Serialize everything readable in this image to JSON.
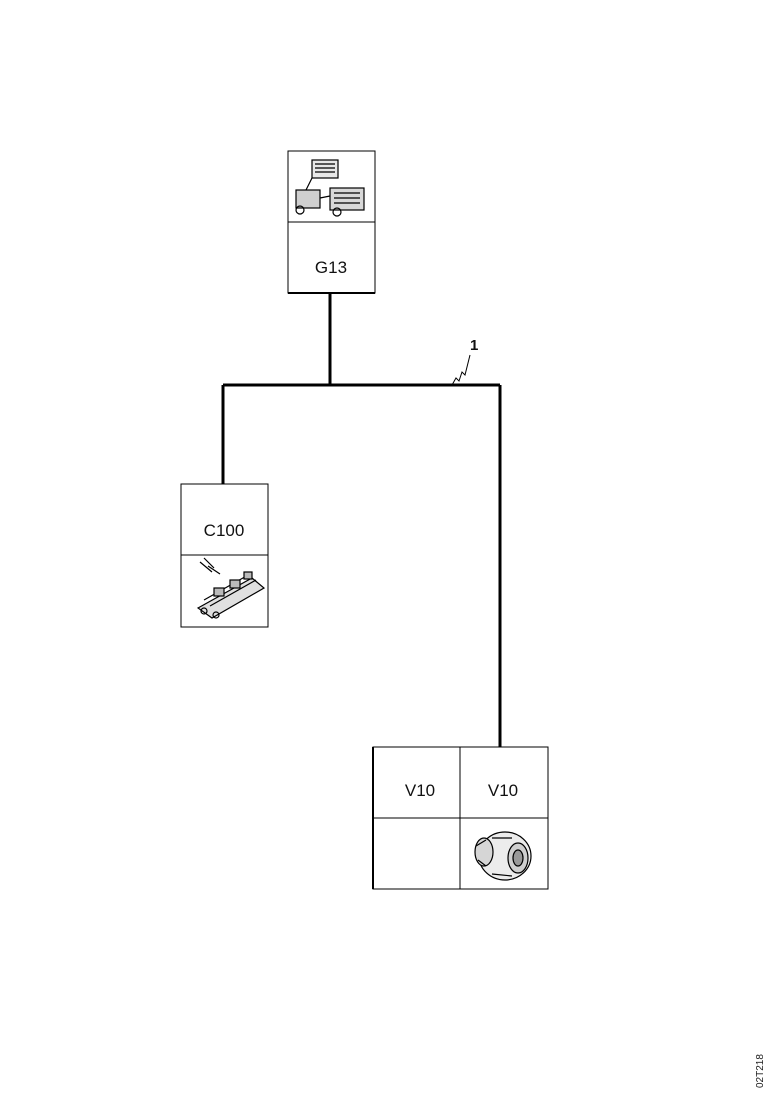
{
  "diagram": {
    "components": {
      "top": {
        "label": "G13",
        "icon": "connector-block-icon"
      },
      "left": {
        "label": "C100",
        "icon": "control-module-icon"
      },
      "bottom_left": {
        "label": "V10"
      },
      "bottom_right": {
        "label": "V10",
        "icon": "motor-unit-icon"
      }
    },
    "callout": "1",
    "document_number": "02T218"
  }
}
